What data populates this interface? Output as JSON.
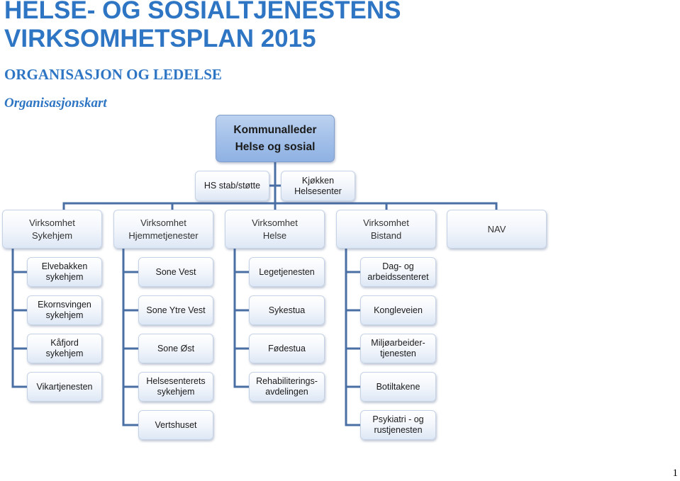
{
  "header": {
    "title_line1": "HELSE- OG SOSIALTJENESTENS",
    "title_line2": "VIRKSOMHETSPLAN 2015",
    "section": "ORGANISASJON OG LEDELSE",
    "subsection": "Organisasjonskart"
  },
  "chart": {
    "top": {
      "line1": "Kommunalleder",
      "line2": "Helse og sosial"
    },
    "staff": [
      {
        "line1": "HS stab/støtte"
      },
      {
        "line1": "Kjøkken",
        "line2": "Helsesenter"
      }
    ],
    "units": [
      {
        "line1": "Virksomhet",
        "line2": "Sykehjem"
      },
      {
        "line1": "Virksomhet",
        "line2": "Hjemmetjenester"
      },
      {
        "line1": "Virksomhet",
        "line2": "Helse"
      },
      {
        "line1": "Virksomhet",
        "line2": "Bistand"
      },
      {
        "line1": "NAV"
      }
    ],
    "columns": [
      [
        {
          "line1": "Elvebakken",
          "line2": "sykehjem"
        },
        {
          "line1": "Ekornsvingen",
          "line2": "sykehjem"
        },
        {
          "line1": "Kåfjord",
          "line2": "sykehjem"
        },
        {
          "line1": "Vikartjenesten"
        }
      ],
      [
        {
          "line1": "Sone Vest"
        },
        {
          "line1": "Sone Ytre Vest"
        },
        {
          "line1": "Sone Øst"
        },
        {
          "line1": "Helsesenterets",
          "line2": "sykehjem"
        },
        {
          "line1": "Vertshuset"
        }
      ],
      [
        {
          "line1": "Legetjenesten"
        },
        {
          "line1": "Sykestua"
        },
        {
          "line1": "Fødestua"
        },
        {
          "line1": "Rehabiliterings-",
          "line2": "avdelingen"
        }
      ],
      [
        {
          "line1": "Dag- og",
          "line2": "arbeidssenteret"
        },
        {
          "line1": "Kongleveien"
        },
        {
          "line1": "Miljøarbeider-",
          "line2": "tjenesten"
        },
        {
          "line1": "Botiltakene"
        },
        {
          "line1": "Psykiatri - og",
          "line2": "rustjenesten"
        }
      ]
    ]
  },
  "page_number": "1"
}
